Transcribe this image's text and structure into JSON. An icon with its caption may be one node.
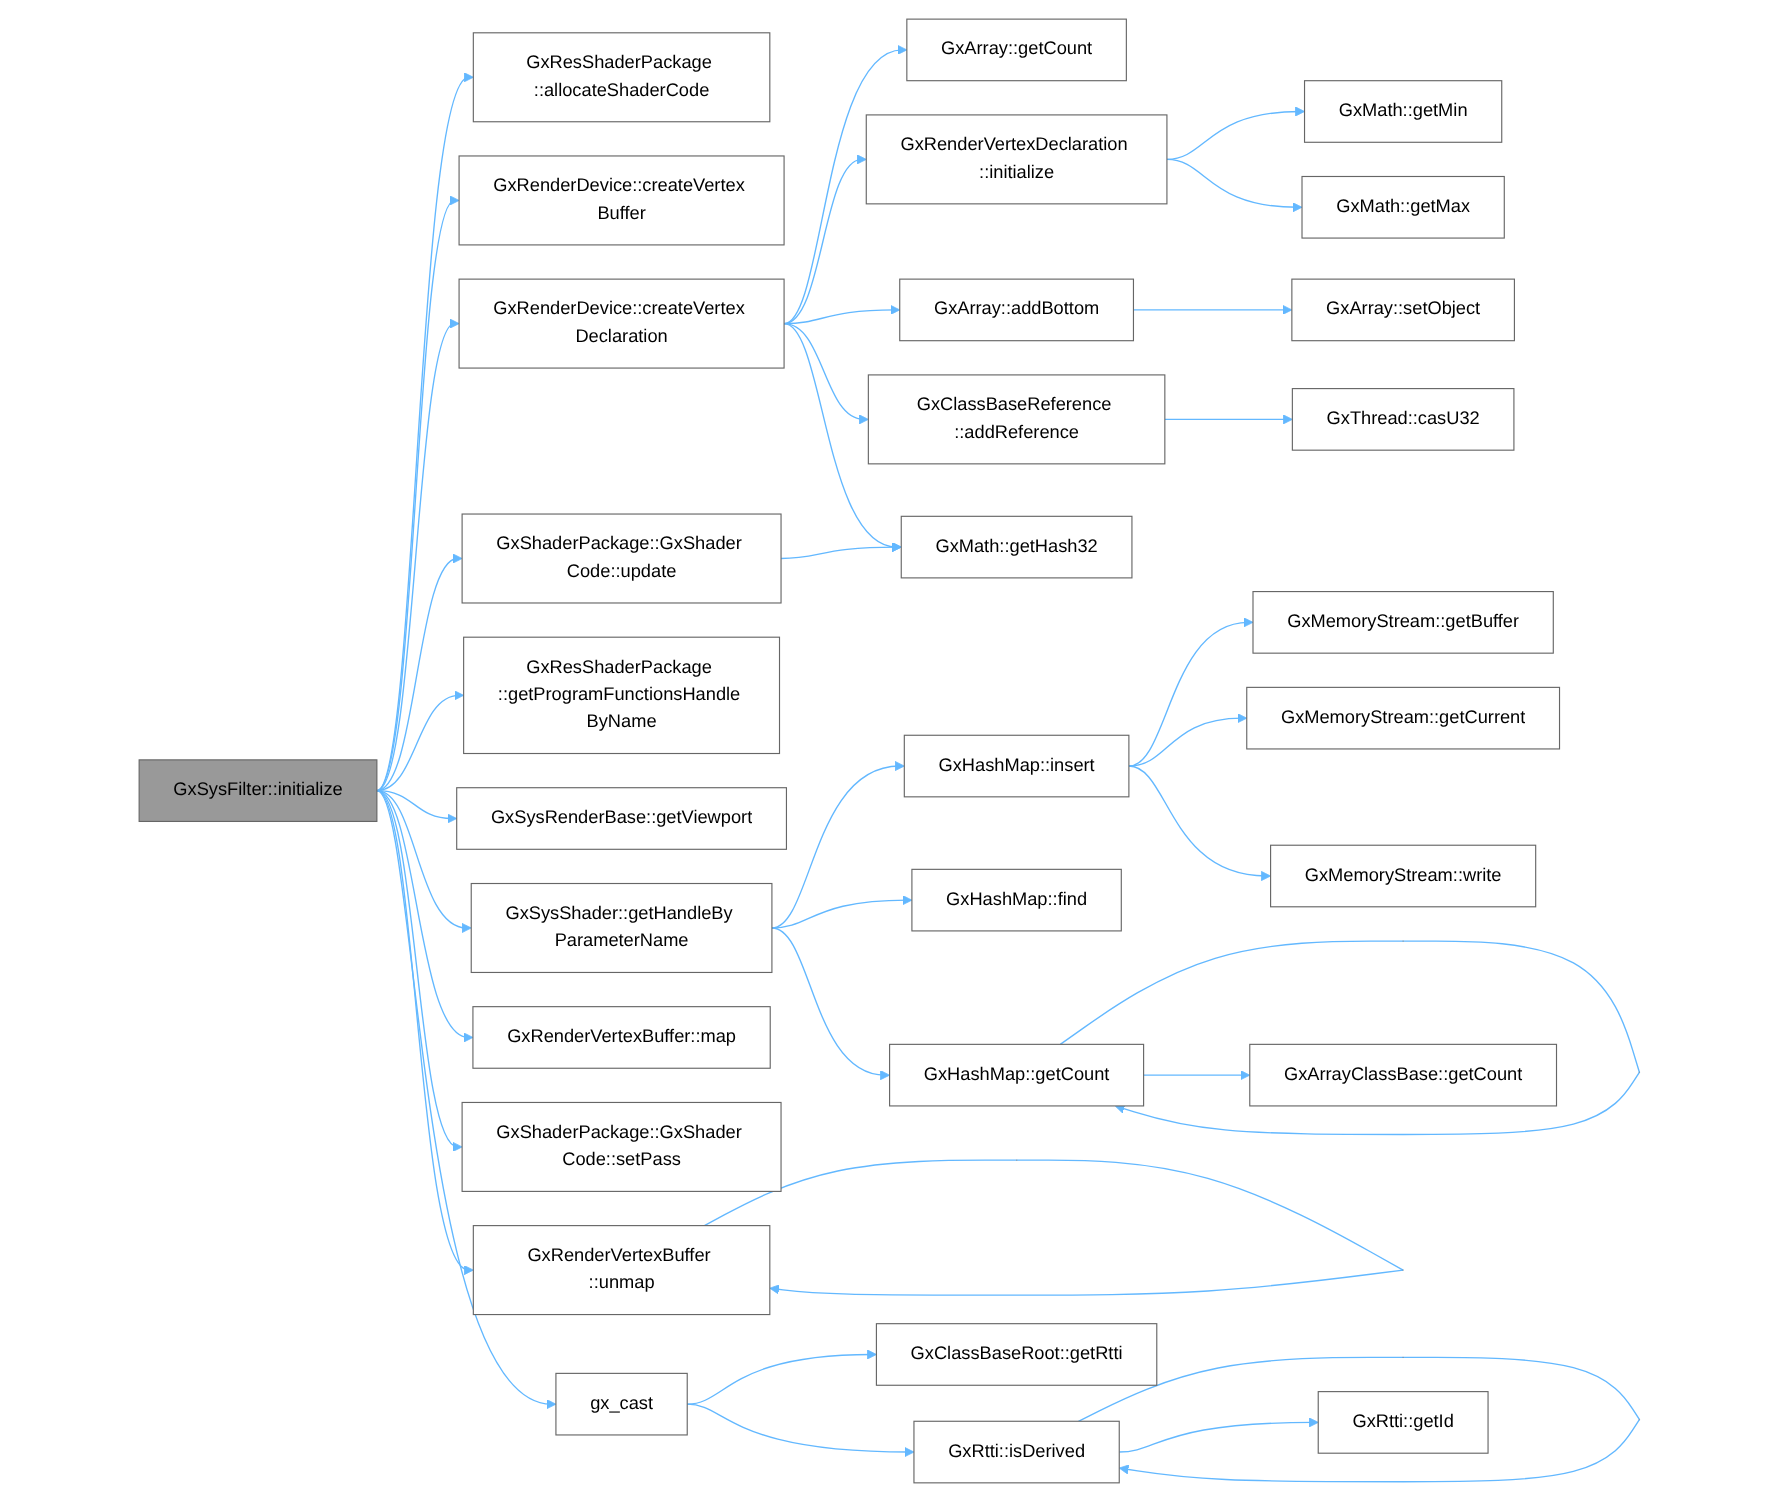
{
  "diagram": {
    "nodes": [
      {
        "text": [
          "GxSysFilter::initialize"
        ]
      },
      {
        "text": [
          "GxResShaderPackage ::allocateShaderCode"
        ]
      },
      {
        "text": [
          "GxRenderDevice::createVertex Buffer"
        ]
      },
      {
        "text": [
          "GxRenderDevice::createVertex Declaration"
        ]
      },
      {
        "text": [
          "GxShaderPackage::GxShader Code::update"
        ]
      },
      {
        "text": [
          "GxResShaderPackage ::getProgramFunctionsHandle ByName"
        ]
      },
      {
        "text": [
          "GxSysRenderBase::getViewport"
        ]
      },
      {
        "text": [
          "GxSysShader::getHandleBy ParameterName"
        ]
      },
      {
        "text": [
          "GxRenderVertexBuffer::map"
        ]
      },
      {
        "text": [
          "GxShaderPackage::GxShader Code::setPass"
        ]
      },
      {
        "text": [
          "GxRenderVertexBuffer ::unmap"
        ]
      },
      {
        "text": [
          "gx_cast"
        ]
      },
      {
        "text": [
          "GxArray::getCount"
        ]
      },
      {
        "text": [
          "GxRenderVertexDeclaration ::initialize"
        ]
      },
      {
        "text": [
          "GxArray::addBottom"
        ]
      },
      {
        "text": [
          "GxClassBaseReference ::addReference"
        ]
      },
      {
        "text": [
          "GxMath::getHash32"
        ]
      },
      {
        "text": [
          "GxHashMap::insert"
        ]
      },
      {
        "text": [
          "GxHashMap::find"
        ]
      },
      {
        "text": [
          "GxHashMap::getCount"
        ]
      },
      {
        "text": [
          "GxClassBaseRoot::getRtti"
        ]
      },
      {
        "text": [
          "GxRtti::isDerived"
        ]
      },
      {
        "text": [
          "GxMath::getMin"
        ]
      },
      {
        "text": [
          "GxMath::getMax"
        ]
      },
      {
        "text": [
          "GxArray::setObject"
        ]
      },
      {
        "text": [
          "GxThread::casU32"
        ]
      },
      {
        "text": [
          "GxMemoryStream::getBuffer"
        ]
      },
      {
        "text": [
          "GxMemoryStream::getCurrent"
        ]
      },
      {
        "text": [
          "GxMemoryStream::write"
        ]
      },
      {
        "text": [
          "GxArrayClassBase::getCount"
        ]
      },
      {
        "text": [
          "GxRtti::getId"
        ]
      }
    ],
    "edges": [
      {
        "from": 0,
        "to": 1,
        "arrow": "to"
      },
      {
        "from": 0,
        "to": 2,
        "arrow": "to"
      },
      {
        "from": 0,
        "to": 3,
        "arrow": "to"
      },
      {
        "from": 0,
        "to": 4,
        "arrow": "to"
      },
      {
        "from": 0,
        "to": 5,
        "arrow": "to"
      },
      {
        "from": 0,
        "to": 6,
        "arrow": "to"
      },
      {
        "from": 0,
        "to": 7,
        "arrow": "to"
      },
      {
        "from": 0,
        "to": 8,
        "arrow": "to"
      },
      {
        "from": 0,
        "to": 9,
        "arrow": "to"
      },
      {
        "from": 0,
        "to": 10,
        "arrow": "to"
      },
      {
        "from": 0,
        "to": 11,
        "arrow": "to"
      },
      {
        "from": 3,
        "to": 12,
        "arrow": "to"
      },
      {
        "from": 3,
        "to": 13,
        "arrow": "to"
      },
      {
        "from": 3,
        "to": 14,
        "arrow": "to"
      },
      {
        "from": 3,
        "to": 15,
        "arrow": "to"
      },
      {
        "from": 3,
        "to": 16,
        "arrow": "to"
      },
      {
        "from": 4,
        "to": 16,
        "arrow": "to"
      },
      {
        "from": 7,
        "to": 17,
        "arrow": "to"
      },
      {
        "from": 7,
        "to": 18,
        "arrow": "to"
      },
      {
        "from": 7,
        "to": 19,
        "arrow": "to"
      },
      {
        "from": 10,
        "to": 10,
        "arrow": "to"
      },
      {
        "from": 11,
        "to": 20,
        "arrow": "to"
      },
      {
        "from": 11,
        "to": 21,
        "arrow": "to"
      },
      {
        "from": 13,
        "to": 22,
        "arrow": "to"
      },
      {
        "from": 13,
        "to": 23,
        "arrow": "to"
      },
      {
        "from": 14,
        "to": 24,
        "arrow": "to"
      },
      {
        "from": 15,
        "to": 25,
        "arrow": "to"
      },
      {
        "from": 17,
        "to": 26,
        "arrow": "to"
      },
      {
        "from": 17,
        "to": 27,
        "arrow": "to"
      },
      {
        "from": 17,
        "to": 28,
        "arrow": "to"
      },
      {
        "from": 19,
        "to": 19,
        "arrow": "to"
      },
      {
        "from": 19,
        "to": 29,
        "arrow": "to"
      },
      {
        "from": 21,
        "to": 21,
        "arrow": "to"
      },
      {
        "from": 21,
        "to": 30,
        "arrow": "to"
      }
    ]
  }
}
